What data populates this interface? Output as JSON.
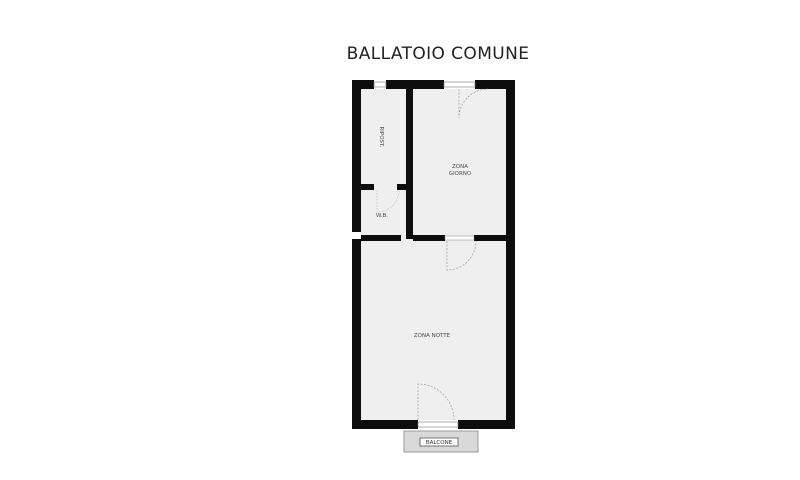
{
  "plan": {
    "title": "BALLATOIO COMUNE",
    "colors": {
      "wall": "#0d0d0d",
      "floor": "#efefef",
      "balcony_floor": "#d9d9d9",
      "door_swing": "#9a9a9a"
    },
    "rooms": {
      "ripostiglio": "RIPOST.",
      "zona_giorno_line1": "ZONA",
      "zona_giorno_line2": "GIORNO",
      "wc": "W.B.",
      "zona_notte": "ZONA NOTTE",
      "balcone": "BALCONE"
    }
  }
}
